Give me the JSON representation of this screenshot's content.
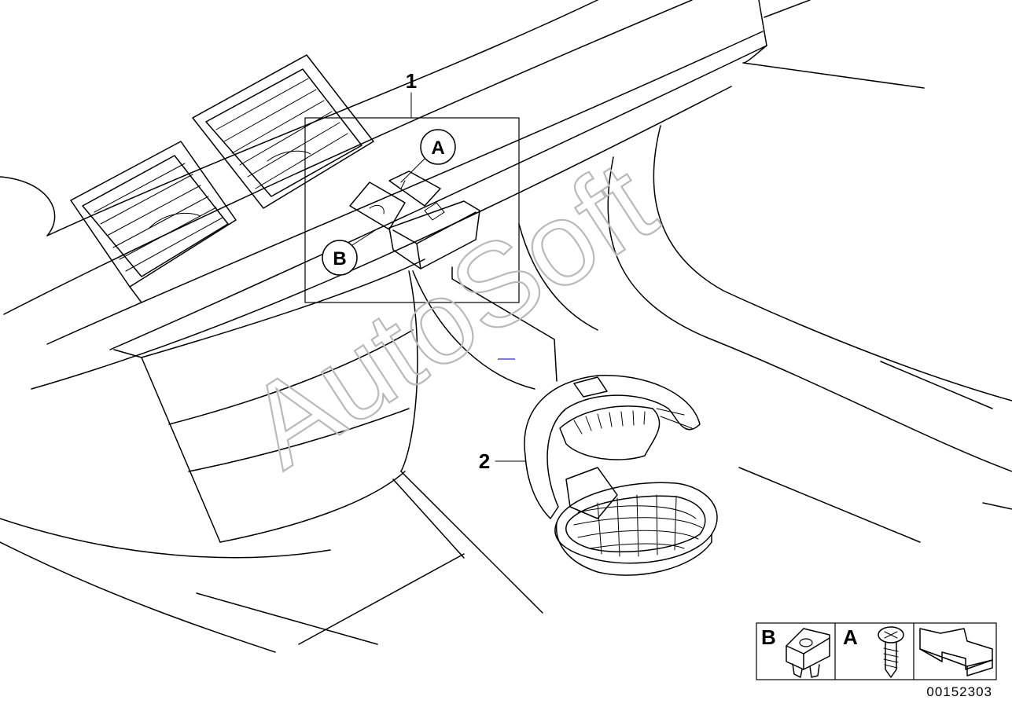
{
  "callouts": {
    "part_1": "1",
    "part_2": "2",
    "fastener_a": "A",
    "fastener_b": "B"
  },
  "legend": {
    "b_label": "B",
    "a_label": "A"
  },
  "watermark": "AutoSoft",
  "reference_number": "00152303",
  "icons": [
    "clip-nut-icon",
    "screw-icon",
    "orientation-arrow-icon"
  ]
}
